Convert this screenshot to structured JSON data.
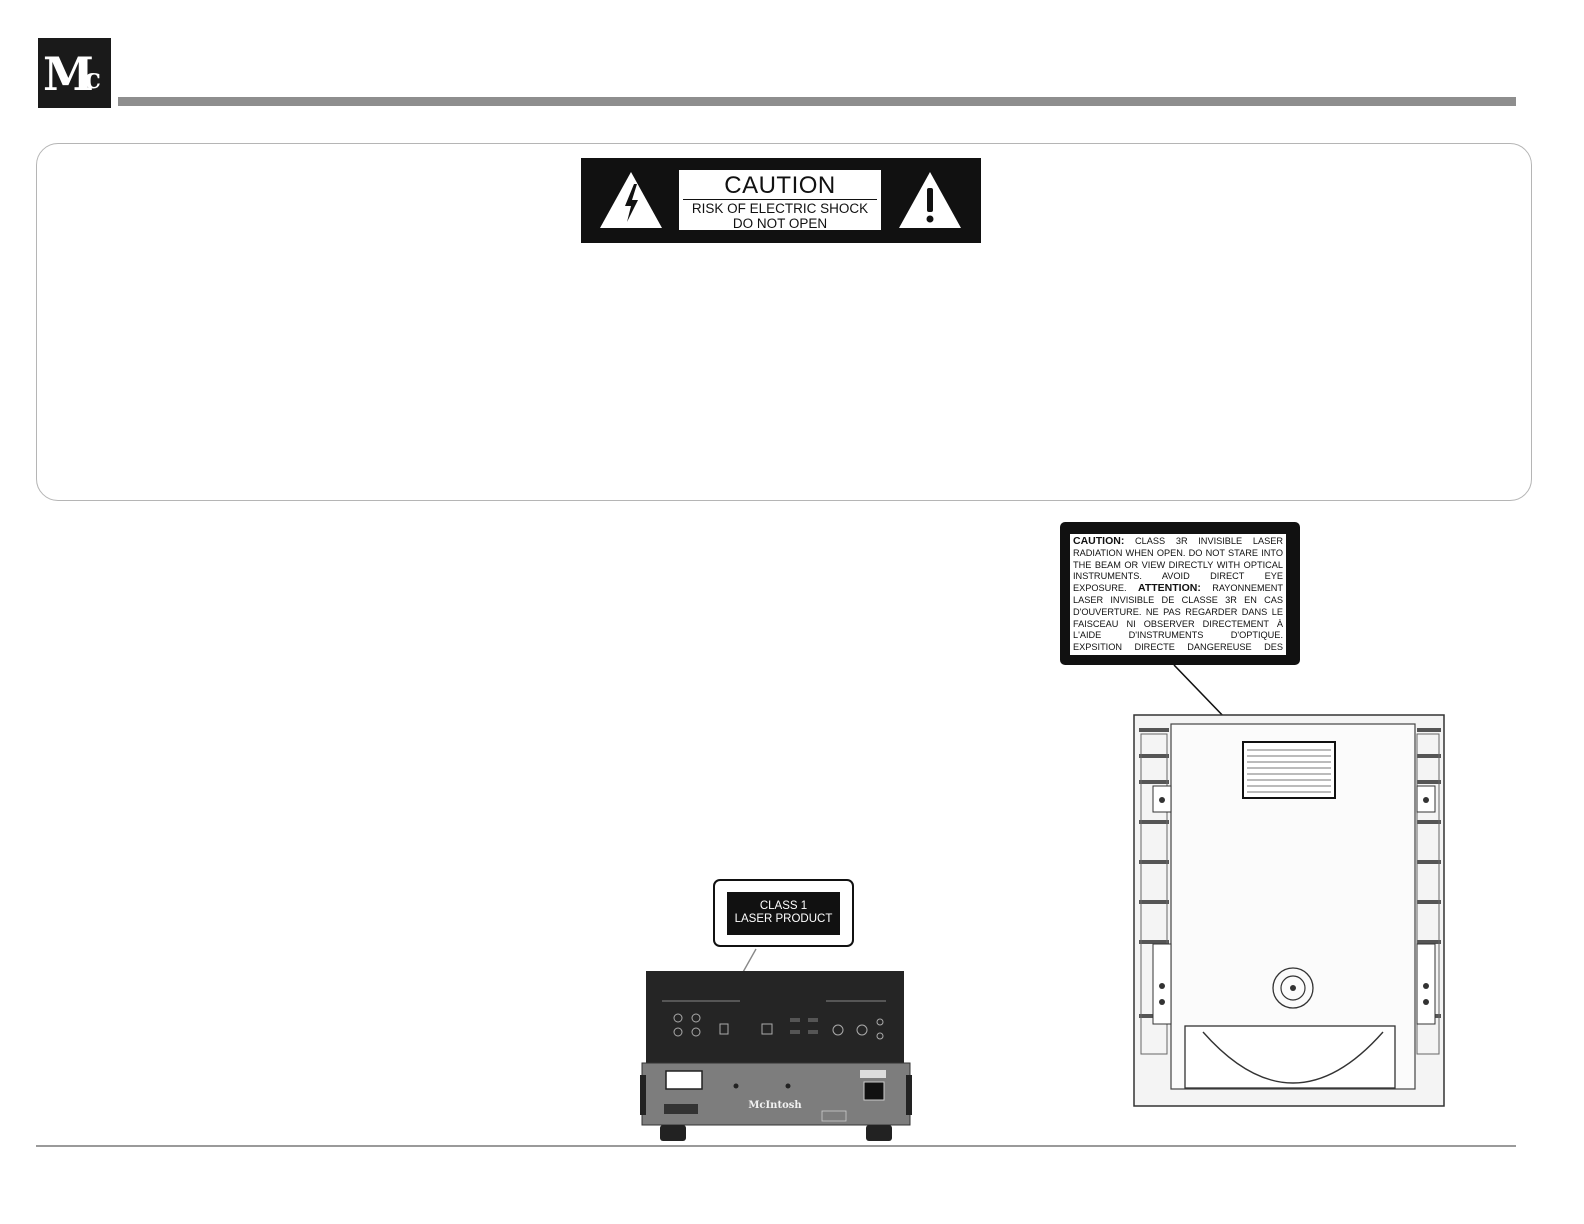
{
  "header": {
    "logo_text": "Mc"
  },
  "caution_banner": {
    "title": "CAUTION",
    "line1": "RISK OF ELECTRIC SHOCK",
    "line2": "DO NOT OPEN"
  },
  "laser_caution_label": {
    "caution_heading": "CAUTION:",
    "caution_text": "CLASS 3R INVISIBLE LASER RADIATION WHEN OPEN. DO NOT STARE INTO THE BEAM OR VIEW DIRECTLY WITH OPTICAL INSTRUMENTS. AVOID DIRECT EYE EXPOSURE.",
    "attention_heading": "ATTENTION:",
    "attention_text": "RAYONNEMENT LASER INVISIBLE DE CLASSE 3R EN CAS D'OUVERTURE. NE PAS REGARDER DANS LE FAISCEAU NI OBSERVER DIRECTEMENT À L'AIDE D'INSTRUMENTS D'OPTIQUE. EXPSITION DIRECTE DANGEREUSE DES YEUX."
  },
  "class1_label": {
    "line1": "CLASS 1",
    "line2": "LASER PRODUCT"
  },
  "rear_panel": {
    "brand": "McIntosh"
  }
}
